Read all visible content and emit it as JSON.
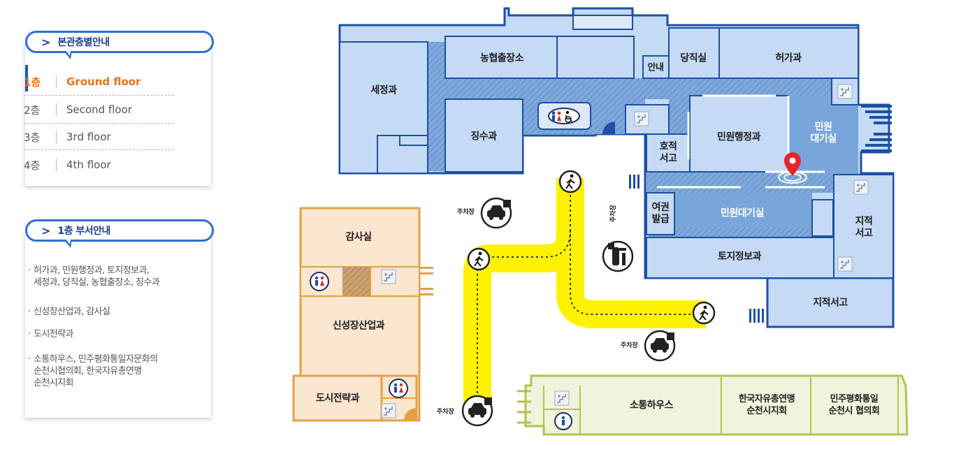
{
  "floor_guide": {
    "title": "본관층별안내",
    "floors": [
      {
        "no": "1층",
        "name": "Ground floor",
        "active": true
      },
      {
        "no": "2층",
        "name": "Second floor",
        "active": false
      },
      {
        "no": "3층",
        "name": "3rd floor",
        "active": false
      },
      {
        "no": "4층",
        "name": "4th floor",
        "active": false
      }
    ]
  },
  "dept_guide": {
    "title": "1층 부서안내",
    "items": [
      [
        "허가과, 민원행정과, 토지정보과,",
        "세정과, 당직실, 농협출장소, 징수과"
      ],
      [
        "신성장산업과, 감사실"
      ],
      [
        "도시전략과"
      ],
      [
        "소통하우스, 민주평화통일자문화의",
        "순천시협의회,  한국자유총연맹",
        "순천시지회"
      ]
    ]
  },
  "rooms": {
    "sejeong": "세정과",
    "nonghyup": "농협출장소",
    "jingsu": "징수과",
    "annae": "안내",
    "dangjik": "당직실",
    "heoga": "허가과",
    "minwon_haengjeong": "민원행정과",
    "minwon_daegi_1": "민원",
    "minwon_daegi_2": "대기실",
    "hojeok_1": "호적",
    "hojeok_2": "서고",
    "yeokwon_1": "여권",
    "yeokwon_2": "발급",
    "minwon_daegisil": "민원대기실",
    "jijeok_1": "지적",
    "jijeok_2": "서고",
    "toji": "토지정보과",
    "jijeok_seogo": "지적서고",
    "gamsa": "감사실",
    "sinseong": "신성장산업과",
    "dosi": "도시전략과",
    "sotong": "소통하우스",
    "jayu_1": "한국자유총연맹",
    "jayu_2": "순천시지회",
    "pyeonghwa_1": "민주평화통일",
    "pyeonghwa_2": "순천시 협의회"
  },
  "parking_label": "주차장",
  "colors": {
    "accent": "#2e6fd1",
    "active_floor": "#e8711d",
    "main_building": "#c5daf4",
    "main_corridor": "#79a6da",
    "annex_orange": "#fbe6d0",
    "annex_green": "#f1f4dc",
    "walkway": "#fff200"
  },
  "icons": [
    "restroom-icon",
    "accessible-icon",
    "stairs-icon",
    "pedestrian-icon",
    "parking-icon",
    "location-pin-icon"
  ]
}
